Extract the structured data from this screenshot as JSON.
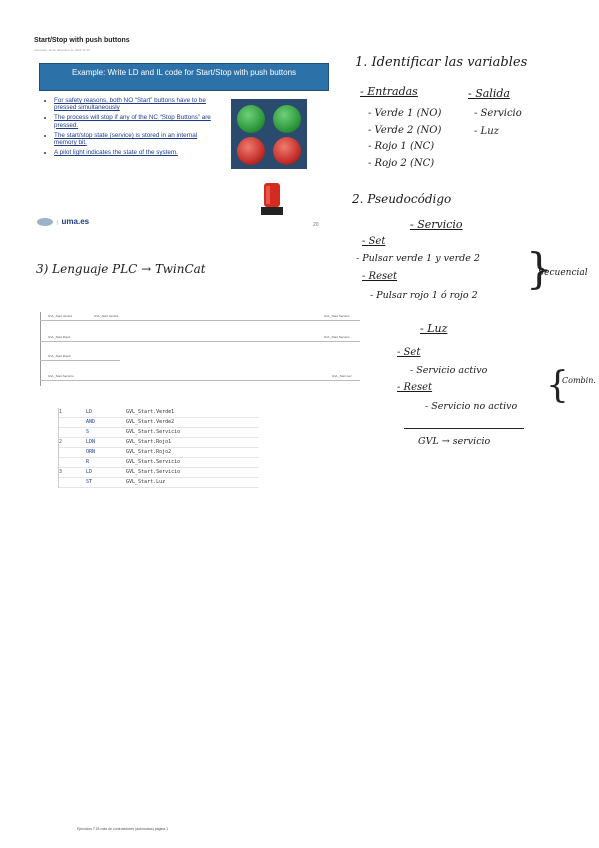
{
  "doc": {
    "title": "Start/Stop with push buttons",
    "meta": "miércoles, 16 de diciembre de 2020    13:19",
    "footer": "Ejercicios T.18 más de controladores (autómatas) página 1"
  },
  "slide": {
    "heading": "Example: Write LD and IL code for Start/Stop with push buttons",
    "bullets": [
      "For safety reasons, both NO “Start” buttons have to be pressed simultaneously",
      "The process will stop if any of the NC “Stop Buttons” are pressed.",
      "The start/stop state (service) is stored in an internal memory bit.",
      "A pilot light indicates the state of the system."
    ],
    "logo": "uma.es",
    "page_number": "20",
    "colors": {
      "header": "#2c72a8",
      "green": "#2f9a3d",
      "red": "#c4302b",
      "panel": "#2a4a6e"
    }
  },
  "notes": {
    "s1": "1. Identificar las variables",
    "entradas": "- Entradas",
    "salidas": "- Salida",
    "inputs": [
      "- Verde 1 (NO)",
      "- Verde 2 (NO)",
      "- Rojo 1 (NC)",
      "- Rojo 2 (NC)"
    ],
    "outputs": [
      "- Servicio",
      "- Luz"
    ],
    "s2": "2. Pseudocódigo",
    "servicio": "- Servicio",
    "set": "- Set",
    "set_text": "- Pulsar verde 1 y verde 2",
    "reset": "- Reset",
    "reset_text": "- Pulsar rojo 1 ó rojo 2",
    "secuencial": "Secuencial",
    "luz": "- Luz",
    "luz_set": "- Set",
    "luz_set_text": "- Servicio activo",
    "luz_reset": "- Reset",
    "luz_reset_text": "- Servicio no activo",
    "combin": "Combin.",
    "gvl": "GVL → servicio",
    "s3": "3) Lenguaje PLC → TwinCat"
  },
  "ladder": {
    "rungs": [
      {
        "left": "GVL_Start.Verde1",
        "mid": "GVL_Start.Verde2",
        "right": "GVL_Start.Servicio"
      },
      {
        "left": "GVL_Start.Rojo1",
        "mid": "",
        "right": "GVL_Start.Servicio"
      },
      {
        "left": "GVL_Start.Rojo2",
        "mid": "",
        "right": ""
      },
      {
        "left": "GVL_Start.Servicio",
        "mid": "",
        "right": "GVL_Start.Luz"
      }
    ]
  },
  "il": {
    "rows": [
      {
        "n": "1",
        "op": "LD",
        "arg": "GVL_Start.Verde1"
      },
      {
        "n": "",
        "op": "AND",
        "arg": "GVL_Start.Verde2"
      },
      {
        "n": "",
        "op": "S",
        "arg": "GVL_Start.Servicio"
      },
      {
        "n": "2",
        "op": "LDN",
        "arg": "GVL_Start.Rojo1"
      },
      {
        "n": "",
        "op": "ORN",
        "arg": "GVL_Start.Rojo2"
      },
      {
        "n": "",
        "op": "R",
        "arg": "GVL_Start.Servicio"
      },
      {
        "n": "3",
        "op": "LD",
        "arg": "GVL_Start.Servicio"
      },
      {
        "n": "",
        "op": "ST",
        "arg": "GVL_Start.Luz"
      }
    ]
  }
}
